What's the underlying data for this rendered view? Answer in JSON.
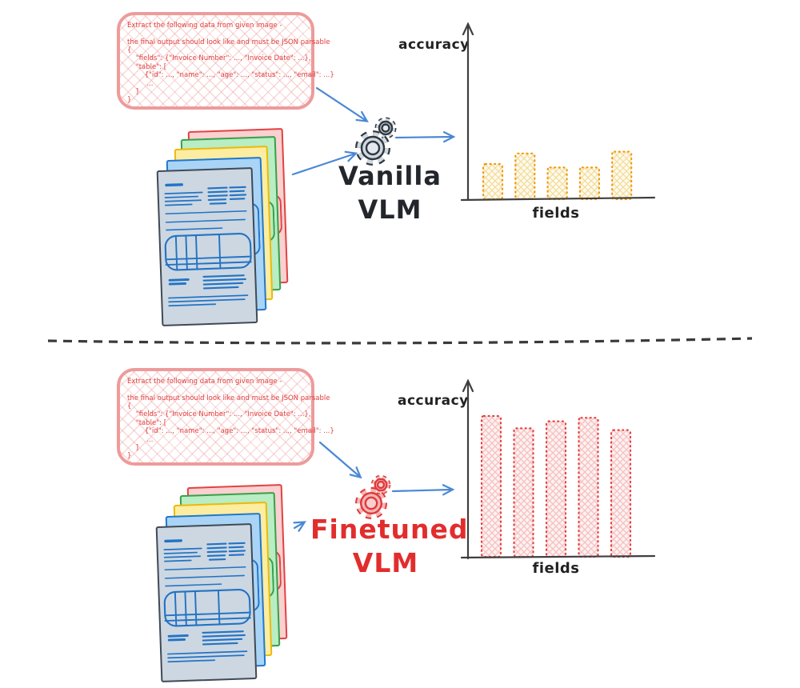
{
  "chart_data": [
    {
      "type": "bar",
      "title": "Vanilla VLM extraction accuracy",
      "ylabel": "accuracy",
      "xlabel": "fields",
      "values": [
        20,
        26,
        18,
        18,
        27
      ],
      "ylim": [
        0,
        100
      ],
      "legend": "none",
      "grid": "off",
      "bar_style": "yellow crosshatch fill, dotted orange outline"
    },
    {
      "type": "bar",
      "title": "Finetuned VLM extraction accuracy",
      "ylabel": "accuracy",
      "xlabel": "fields",
      "values": [
        80,
        73,
        77,
        79,
        72
      ],
      "ylim": [
        0,
        100
      ],
      "legend": "none",
      "grid": "off",
      "bar_style": "pink crosshatch fill, dotted red outline"
    }
  ],
  "sections": [
    {
      "id": "vanilla",
      "model_line1": "Vanilla",
      "model_line2": "VLM",
      "prompt_text": "Extract the following data from given image -\n\nthe final output should look like and must be JSON parsable\n{\n    \"fields\": {\"Invoice Number\": ..., \"Invoice Date\": ...},\n    \"table\": [\n        {\"id\": ..., \"name\": ..., \"age\": ..., \"status\": ..., \"email\": ...}\n         ...\n    ]\n}"
    },
    {
      "id": "finetuned",
      "model_line1": "Finetuned",
      "model_line2": "VLM",
      "prompt_text": "Extract the following data from given image -\n\nthe final output should look like and must be JSON parsable\n{\n    \"fields\": {\"Invoice Number\": ..., \"Invoice Date\": ...},\n    \"table\": [\n        {\"id\": ..., \"name\": ..., \"age\": ..., \"status\": ..., \"email\": ...}\n         ...\n    ]\n}"
    }
  ],
  "colors": {
    "arrow_blue": "#4a88d4",
    "vanilla_label": "#23272c",
    "finetuned_label": "#e22d2d",
    "prompt_text_red": "#e23b3b",
    "prompt_border": "#ee9b9b",
    "axis": "#3f3f3f",
    "bar_yellow_outline": "#f2980b",
    "bar_red_outline": "#e64040",
    "page_red": "#e04343",
    "page_green": "#36a04b",
    "page_yellow": "#ecb90c",
    "page_blue": "#2277cc",
    "invoice_ink": "#2273c4"
  }
}
